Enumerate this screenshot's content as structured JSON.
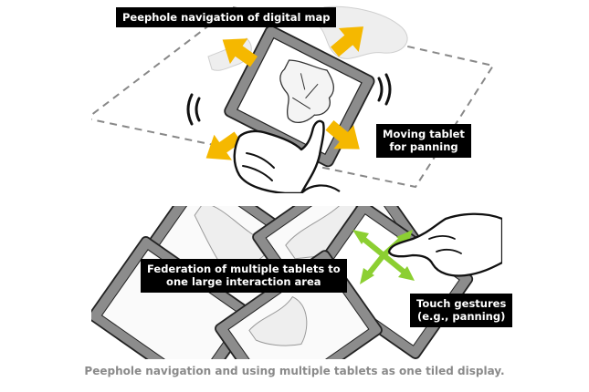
{
  "panel_top": {
    "title_label": "Peephole navigation of digital map",
    "side_label_line1": "Moving tablet",
    "side_label_line2": "for panning"
  },
  "panel_bottom": {
    "center_label_line1": "Federation of multiple tablets to",
    "center_label_line2": "one large interaction area",
    "side_label_line1": "Touch gestures",
    "side_label_line2": "(e.g., panning)"
  },
  "caption": "Peephole navigation and using multiple tablets as one tiled display.",
  "colors": {
    "arrow_yellow": "#f5b800",
    "arrow_green": "#8ccf32",
    "tablet_frame": "#8c8c8c",
    "label_bg": "#000000",
    "caption_text": "#8a8a8a"
  }
}
